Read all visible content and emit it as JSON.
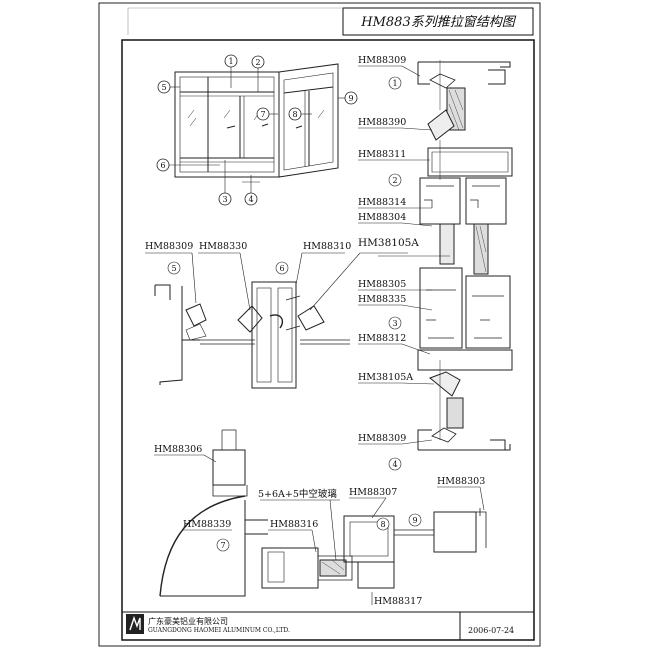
{
  "title": "HM883系列推拉窗结构图",
  "date": "2006-07-24",
  "company": {
    "name_cn": "广东豪美铝业有限公司",
    "name_en": "GUANGDONG HAOMEI ALUMINUM CO.,LTD."
  },
  "markers": [
    "1",
    "2",
    "3",
    "4",
    "5",
    "6",
    "7",
    "8",
    "9"
  ],
  "parts": {
    "p_88309a": "HM88309",
    "p_88390": "HM88390",
    "p_88311": "HM88311",
    "p_88314": "HM88314",
    "p_88304": "HM88304",
    "p_38105A_big": "HM38105A",
    "p_88305": "HM88305",
    "p_88335": "HM88335",
    "p_88312": "HM88312",
    "p_38105A": "HM38105A",
    "p_88309b": "HM88309",
    "p_88309c": "HM88309",
    "p_88330": "HM88330",
    "p_88310": "HM88310",
    "p_88306": "HM88306",
    "p_88339": "HM88339",
    "p_88316": "HM88316",
    "p_88307": "HM88307",
    "p_88303": "HM88303",
    "p_88317": "HM88317"
  },
  "glass_note": "5+6A+5中空玻璃"
}
